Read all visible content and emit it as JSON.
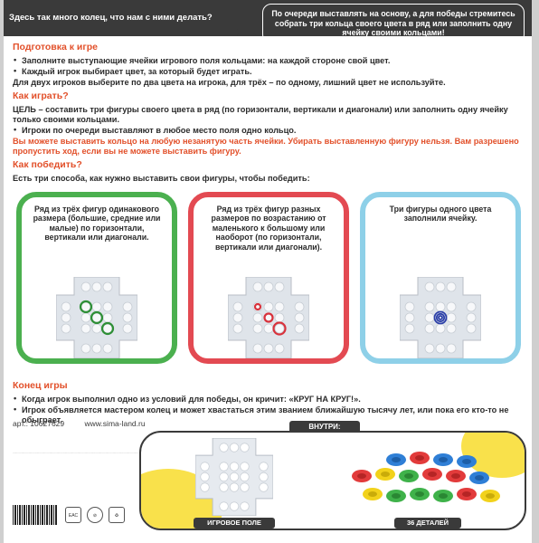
{
  "header": {
    "question": "Здесь так много колец, что нам с ними делать?",
    "goal_box": "По очереди выставлять на основу, а для победы стремитесь собрать три кольца своего цвета в ряд или заполнить одну ячейку своими кольцами!"
  },
  "prep": {
    "title": "Подготовка к игре",
    "b1": "Заполните выступающие ячейки игрового поля кольцами: на каждой стороне свой цвет.",
    "b2": "Каждый игрок выбирает цвет, за который будет играть.",
    "note": "Для двух игроков выберите по два цвета на игрока, для трёх – по одному, лишний цвет не используйте."
  },
  "howto": {
    "title": "Как играть?",
    "goal": "ЦЕЛЬ – составить три фигуры своего цвета в ряд (по горизонтали, вертикали и диагонали) или заполнить одну ячейку только своими кольцами.",
    "b1": "Игроки по очереди выставляют в любое место поля одно кольцо.",
    "warn": "Вы можете выставить кольцо на любую незанятую часть ячейки. Убирать выставленную фигуру нельзя. Вам разрешено пропустить ход, если вы не можете выставить фигуру."
  },
  "win": {
    "title": "Как победить?",
    "intro": "Есть три способа, как нужно выставить свои фигуры, чтобы победить:",
    "cards": [
      {
        "text": "Ряд из трёх фигур одинакового размера (большие, средние или малые) по горизонтали, вертикали или диагонали.",
        "color": "#4bb04f"
      },
      {
        "text": "Ряд из трёх фигур разных размеров по возрастанию от маленького к большому или наоборот (по горизонтали, вертикали или диагонали).",
        "color": "#e34a52"
      },
      {
        "text": "Три фигуры одного цвета заполнили ячейку.",
        "color": "#8ed0e8"
      }
    ]
  },
  "end": {
    "title": "Конец игры",
    "b1": "Когда игрок выполнил одно из условий для победы, он кричит: «КРУГ НА КРУГ!».",
    "b2": "Игрок объявляется мастером колец и может хвастаться этим званием ближайшую тысячу лет, или пока его кто-то не обыграет."
  },
  "footer": {
    "article": "арт.: 10627629",
    "site": "www.sima-land.ru",
    "inside_label": "ВНУТРИ:",
    "board_label": "ИГРОВОЕ ПОЛЕ",
    "parts_label": "36 ДЕТАЛЕЙ",
    "eac": "EAC"
  },
  "colors": {
    "accent": "#e2502a",
    "orange": "#f59a2a",
    "green": "#4bb04f",
    "red": "#e34a52",
    "blue": "#8ed0e8",
    "ring_blue": "#2b3fa8",
    "yellow": "#f9e14b",
    "dark": "#3a3a3a"
  }
}
